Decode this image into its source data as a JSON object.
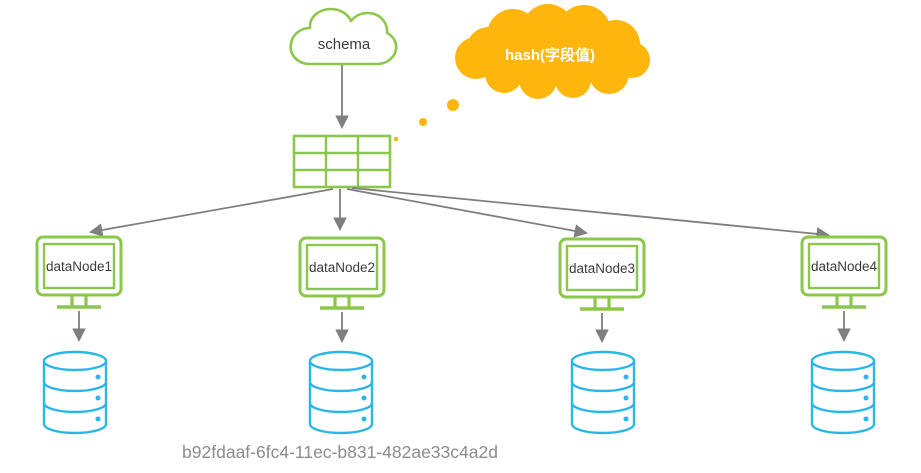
{
  "colors": {
    "green": "#8BC74A",
    "cyan": "#29B6E8",
    "orange": "#FEB60D",
    "gray": "#7F7F7F",
    "text_dark": "#3B3B3B",
    "text_muted": "#8C8C8C"
  },
  "diagram": {
    "schema_label": "schema",
    "thought_label": "hash(字段值)",
    "nodes": [
      {
        "label": "dataNode1"
      },
      {
        "label": "dataNode2"
      },
      {
        "label": "dataNode3"
      },
      {
        "label": "dataNode4"
      }
    ],
    "caption": "b92fdaaf-6fc4-11ec-b831-482ae33c4a2d"
  }
}
